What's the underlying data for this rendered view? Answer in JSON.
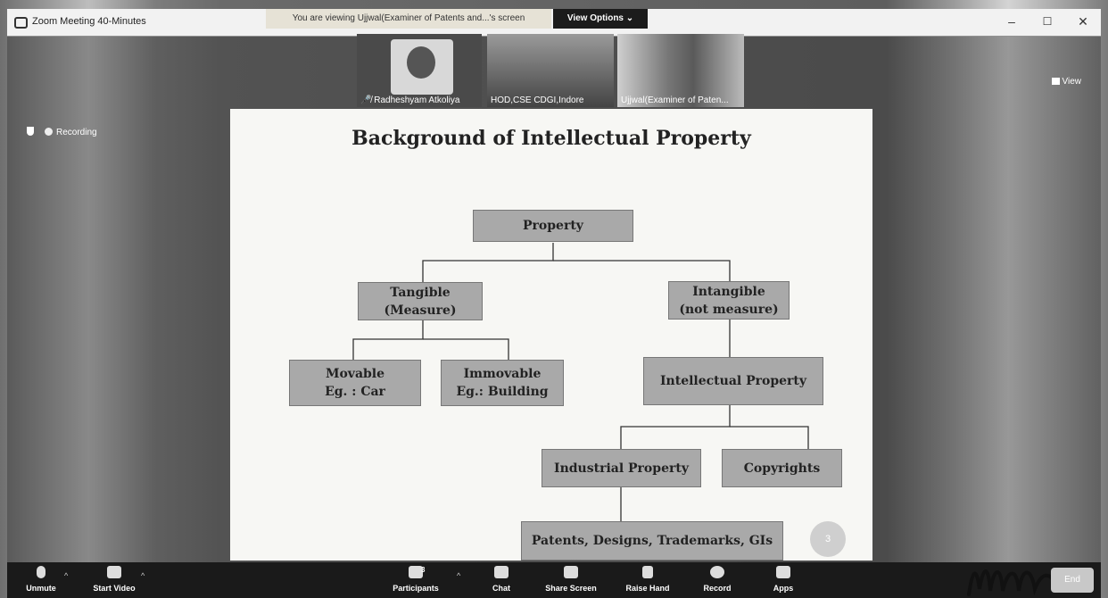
{
  "window": {
    "title": "Zoom Meeting 40-Minutes",
    "share_banner": "You are viewing Ujjwal(Examiner of Patents and...'s screen",
    "view_options": "View Options",
    "minimize": "–",
    "maximize": "☐",
    "close": "✕"
  },
  "meeting": {
    "view_label": "View",
    "recording_label": "Recording"
  },
  "participants": [
    {
      "name": "Radheshyam Atkoliya"
    },
    {
      "name": "HOD,CSE CDGI,Indore"
    },
    {
      "name": "Ujjwal(Examiner of Paten..."
    }
  ],
  "slide": {
    "title": "Background of Intellectual Property",
    "nodes": {
      "property": "Property",
      "tangible": "Tangible\n(Measure)",
      "intangible": "Intangible\n(not measure)",
      "movable": "Movable\nEg. : Car",
      "immovable": "Immovable\nEg.: Building",
      "intellectual": "Intellectual Property",
      "industrial": "Industrial Property",
      "copyrights": "Copyrights",
      "patents": "Patents, Designs, Trademarks, GIs"
    },
    "page_number": "3"
  },
  "toolbar": {
    "unmute": "Unmute",
    "start_video": "Start Video",
    "participants": "Participants",
    "participants_count": "3",
    "chat": "Chat",
    "share_screen": "Share Screen",
    "raise_hand": "Raise Hand",
    "record": "Record",
    "apps": "Apps",
    "end": "End"
  },
  "colors": {
    "toolbar_bg": "#1a1a1a",
    "node_fill": "#a9a9a9",
    "slide_bg": "#f7f7f4"
  }
}
